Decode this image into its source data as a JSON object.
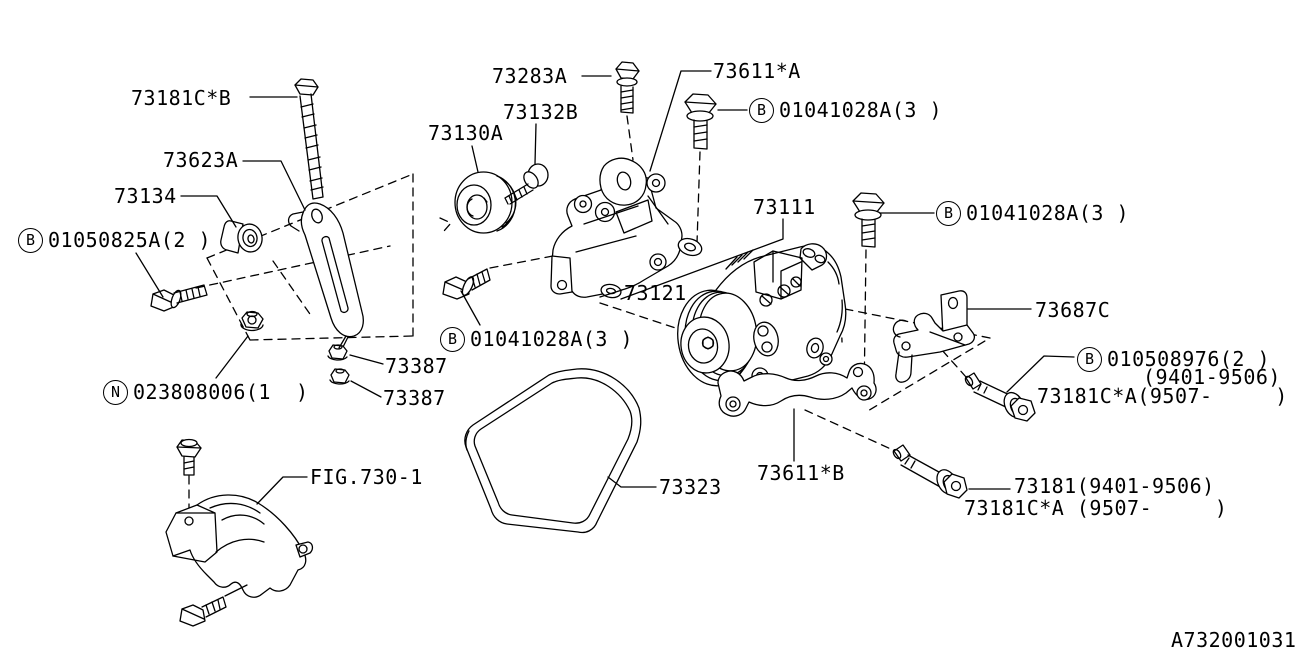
{
  "colors": {
    "background": "#ffffff",
    "line": "#000000"
  },
  "labels": {
    "bolt_73181c_b": {
      "text": "73181C*B"
    },
    "adjuster_73623a": {
      "text": "73623A"
    },
    "spacer_73134": {
      "text": "73134"
    },
    "bolt_01050825a": {
      "prefix": "B",
      "text": "01050825A(2 )"
    },
    "nut_023808006": {
      "prefix": "N",
      "text": "023808006(1  )"
    },
    "nut_73387_upper": {
      "text": "73387"
    },
    "nut_73387_lower": {
      "text": "73387"
    },
    "fig_730_1": {
      "text": "FIG.730-1"
    },
    "bolt_73283a": {
      "text": "73283A"
    },
    "bolt_73132b": {
      "text": "73132B"
    },
    "pulley_73130a": {
      "text": "73130A"
    },
    "bracket_73611_a": {
      "text": "73611*A"
    },
    "bolt_01041028a_top": {
      "prefix": "B",
      "text": "01041028A(3 )"
    },
    "bolt_01041028a_mid": {
      "prefix": "B",
      "text": "01041028A(3 )"
    },
    "bolt_01041028a_left": {
      "prefix": "B",
      "text": "01041028A(3 )"
    },
    "compressor_73111": {
      "text": "73111"
    },
    "bracket_73121": {
      "text": "73121"
    },
    "bracket_73687c": {
      "text": "73687C"
    },
    "bolt_010508976": {
      "prefix": "B",
      "text": "010508976(2 )"
    },
    "range_9401_9506": {
      "text": "(9401-9506)"
    },
    "bolt_73181c_a_upper": {
      "text": "73181C*A(9507-     )"
    },
    "bolt_73181": {
      "text": "73181(9401-9506)"
    },
    "bolt_73181c_a_lower": {
      "text": "73181C*A (9507-     )"
    },
    "belt_73323": {
      "text": "73323"
    },
    "bracket_73611_b": {
      "text": "73611*B"
    },
    "diagram_code": {
      "text": "A732001031"
    }
  }
}
